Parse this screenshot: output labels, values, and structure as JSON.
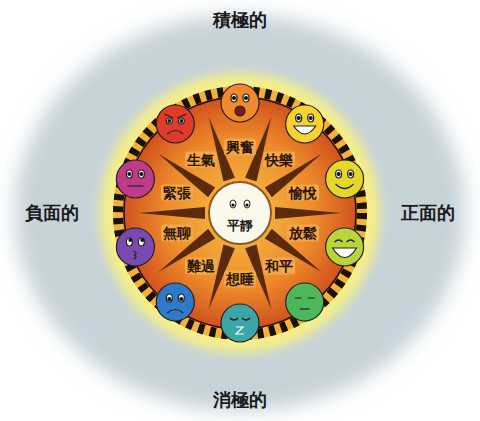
{
  "diagram": {
    "nodes": [
      {
        "text": [
          "平靜"
        ]
      }
    ],
    "labels": [
      "積極的",
      "負面的",
      "正面的",
      "消極的",
      "興奮",
      "快樂",
      "愉悅",
      "放鬆",
      "和平",
      "想睡",
      "難過",
      "無聊",
      "緊張",
      "生氣"
    ]
  }
}
